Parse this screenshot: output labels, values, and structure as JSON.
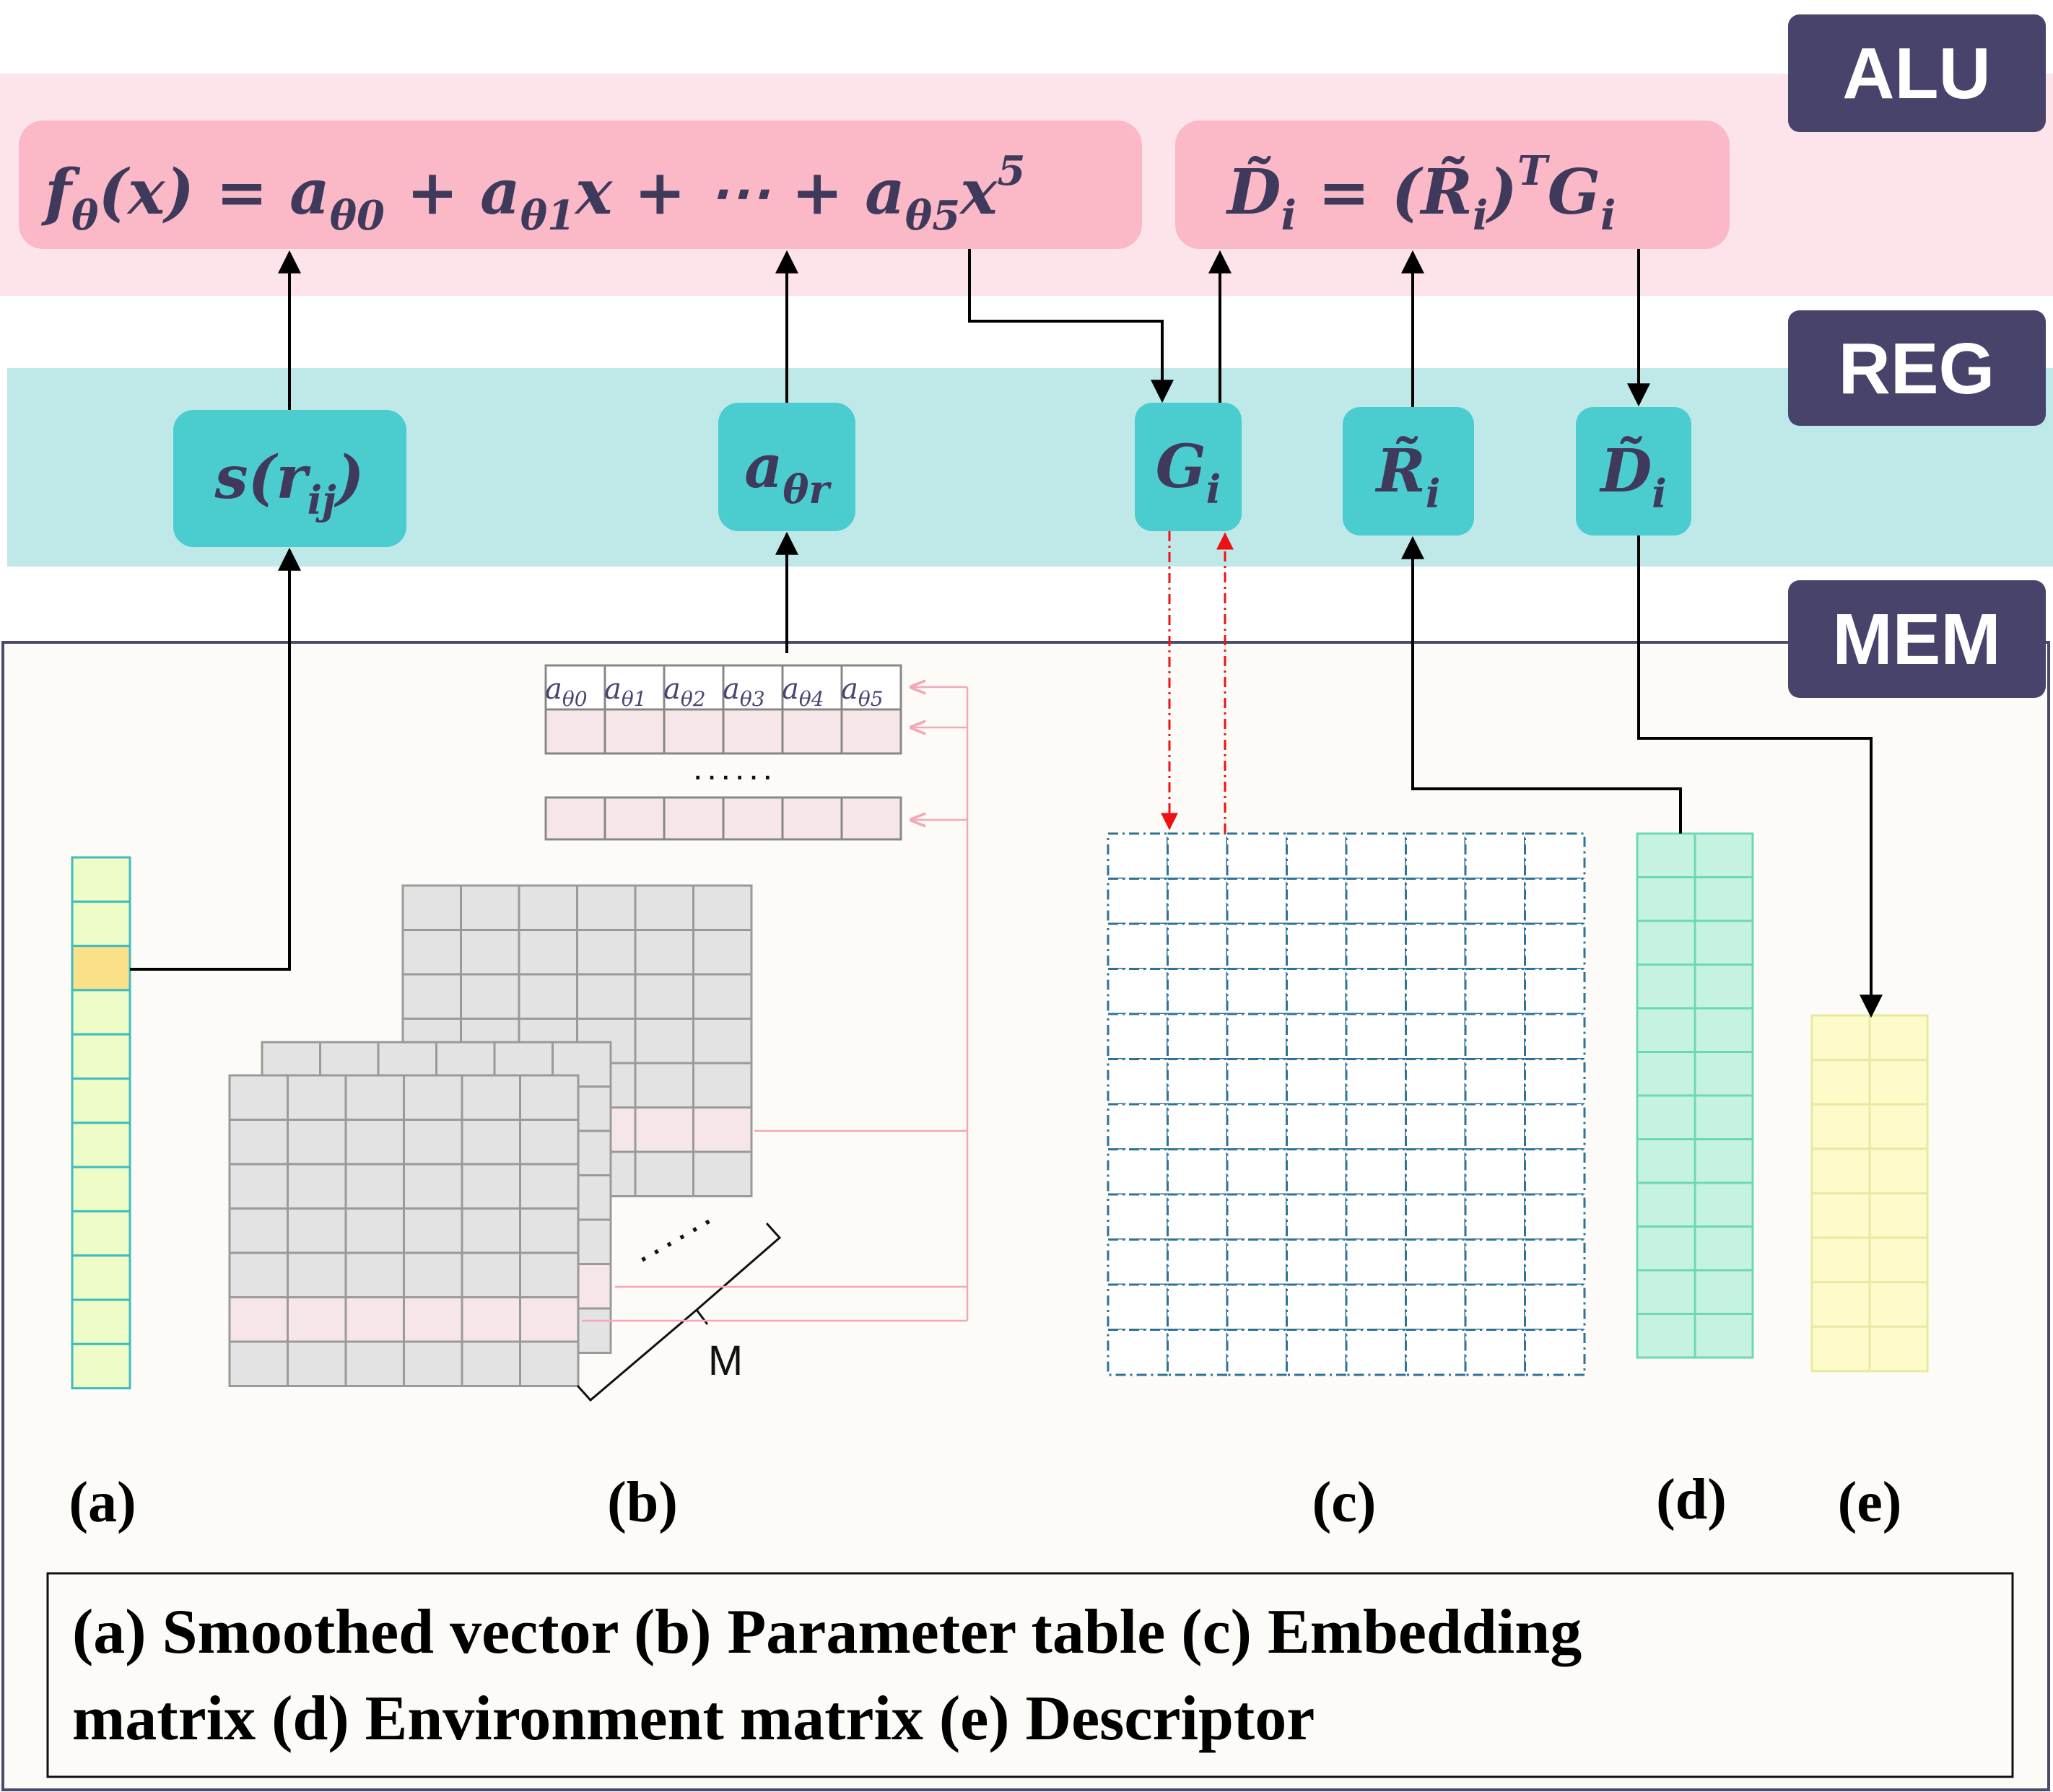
{
  "tiers": {
    "alu": "ALU",
    "reg": "REG",
    "mem": "MEM"
  },
  "alu": {
    "formula_f": {
      "lhs_f": "f",
      "lhs_sub": "θ",
      "lhs_rest": "(x) = a",
      "a0_sub": "θ0",
      "plus1": " + a",
      "a1_sub": "θ1",
      "mid": "x + ⋯ + a",
      "a5_sub": "θ5",
      "tail": "x",
      "tail_sup": "5"
    },
    "formula_d": {
      "lhs": "D̃",
      "lhs_sub": "i",
      "eq": " = (R̃",
      "r_sub": "i",
      "close": ")",
      "sup": "T",
      "g": "G",
      "g_sub": "i"
    }
  },
  "registers": {
    "s": {
      "main": "s(r",
      "sub": "ij",
      "close": ")"
    },
    "a": {
      "main": "a",
      "sub": "θr"
    },
    "g": {
      "main": "G",
      "sub": "i"
    },
    "r": {
      "main": "R̃",
      "sub": "i"
    },
    "d": {
      "main": "D̃",
      "sub": "i"
    }
  },
  "memory": {
    "param_headers": [
      "a",
      "a",
      "a",
      "a",
      "a",
      "a"
    ],
    "param_header_subs": [
      "θ0",
      "θ1",
      "θ2",
      "θ3",
      "θ4",
      "θ5"
    ],
    "dots_1": "......",
    "dots_2": "......",
    "m_label": "M",
    "sublabels": [
      "(a)",
      "(b)",
      "(c)",
      "(d)",
      "(e)"
    ]
  },
  "caption": {
    "line1": "(a) Smoothed vector (b) Parameter table (c) Embedding",
    "line2": "matrix (d) Environment matrix (e) Descriptor"
  },
  "colors": {
    "alu_band": "#fde3ea",
    "alu_box": "#fbb8c7",
    "reg_band": "#bfe9e8",
    "reg_box": "#4bcdcf",
    "tag_bg": "#47436b",
    "mem_bg": "#fcfbf7",
    "smoothed": "#eefcc8",
    "smoothed_highlight": "#fbe08a",
    "grid_gray": "#e3e3e3",
    "grid_pink": "#f6e6e8",
    "embedding_line": "#2f7296",
    "env_fill": "#c6f3e0",
    "descriptor_fill": "#fcfbc9"
  }
}
